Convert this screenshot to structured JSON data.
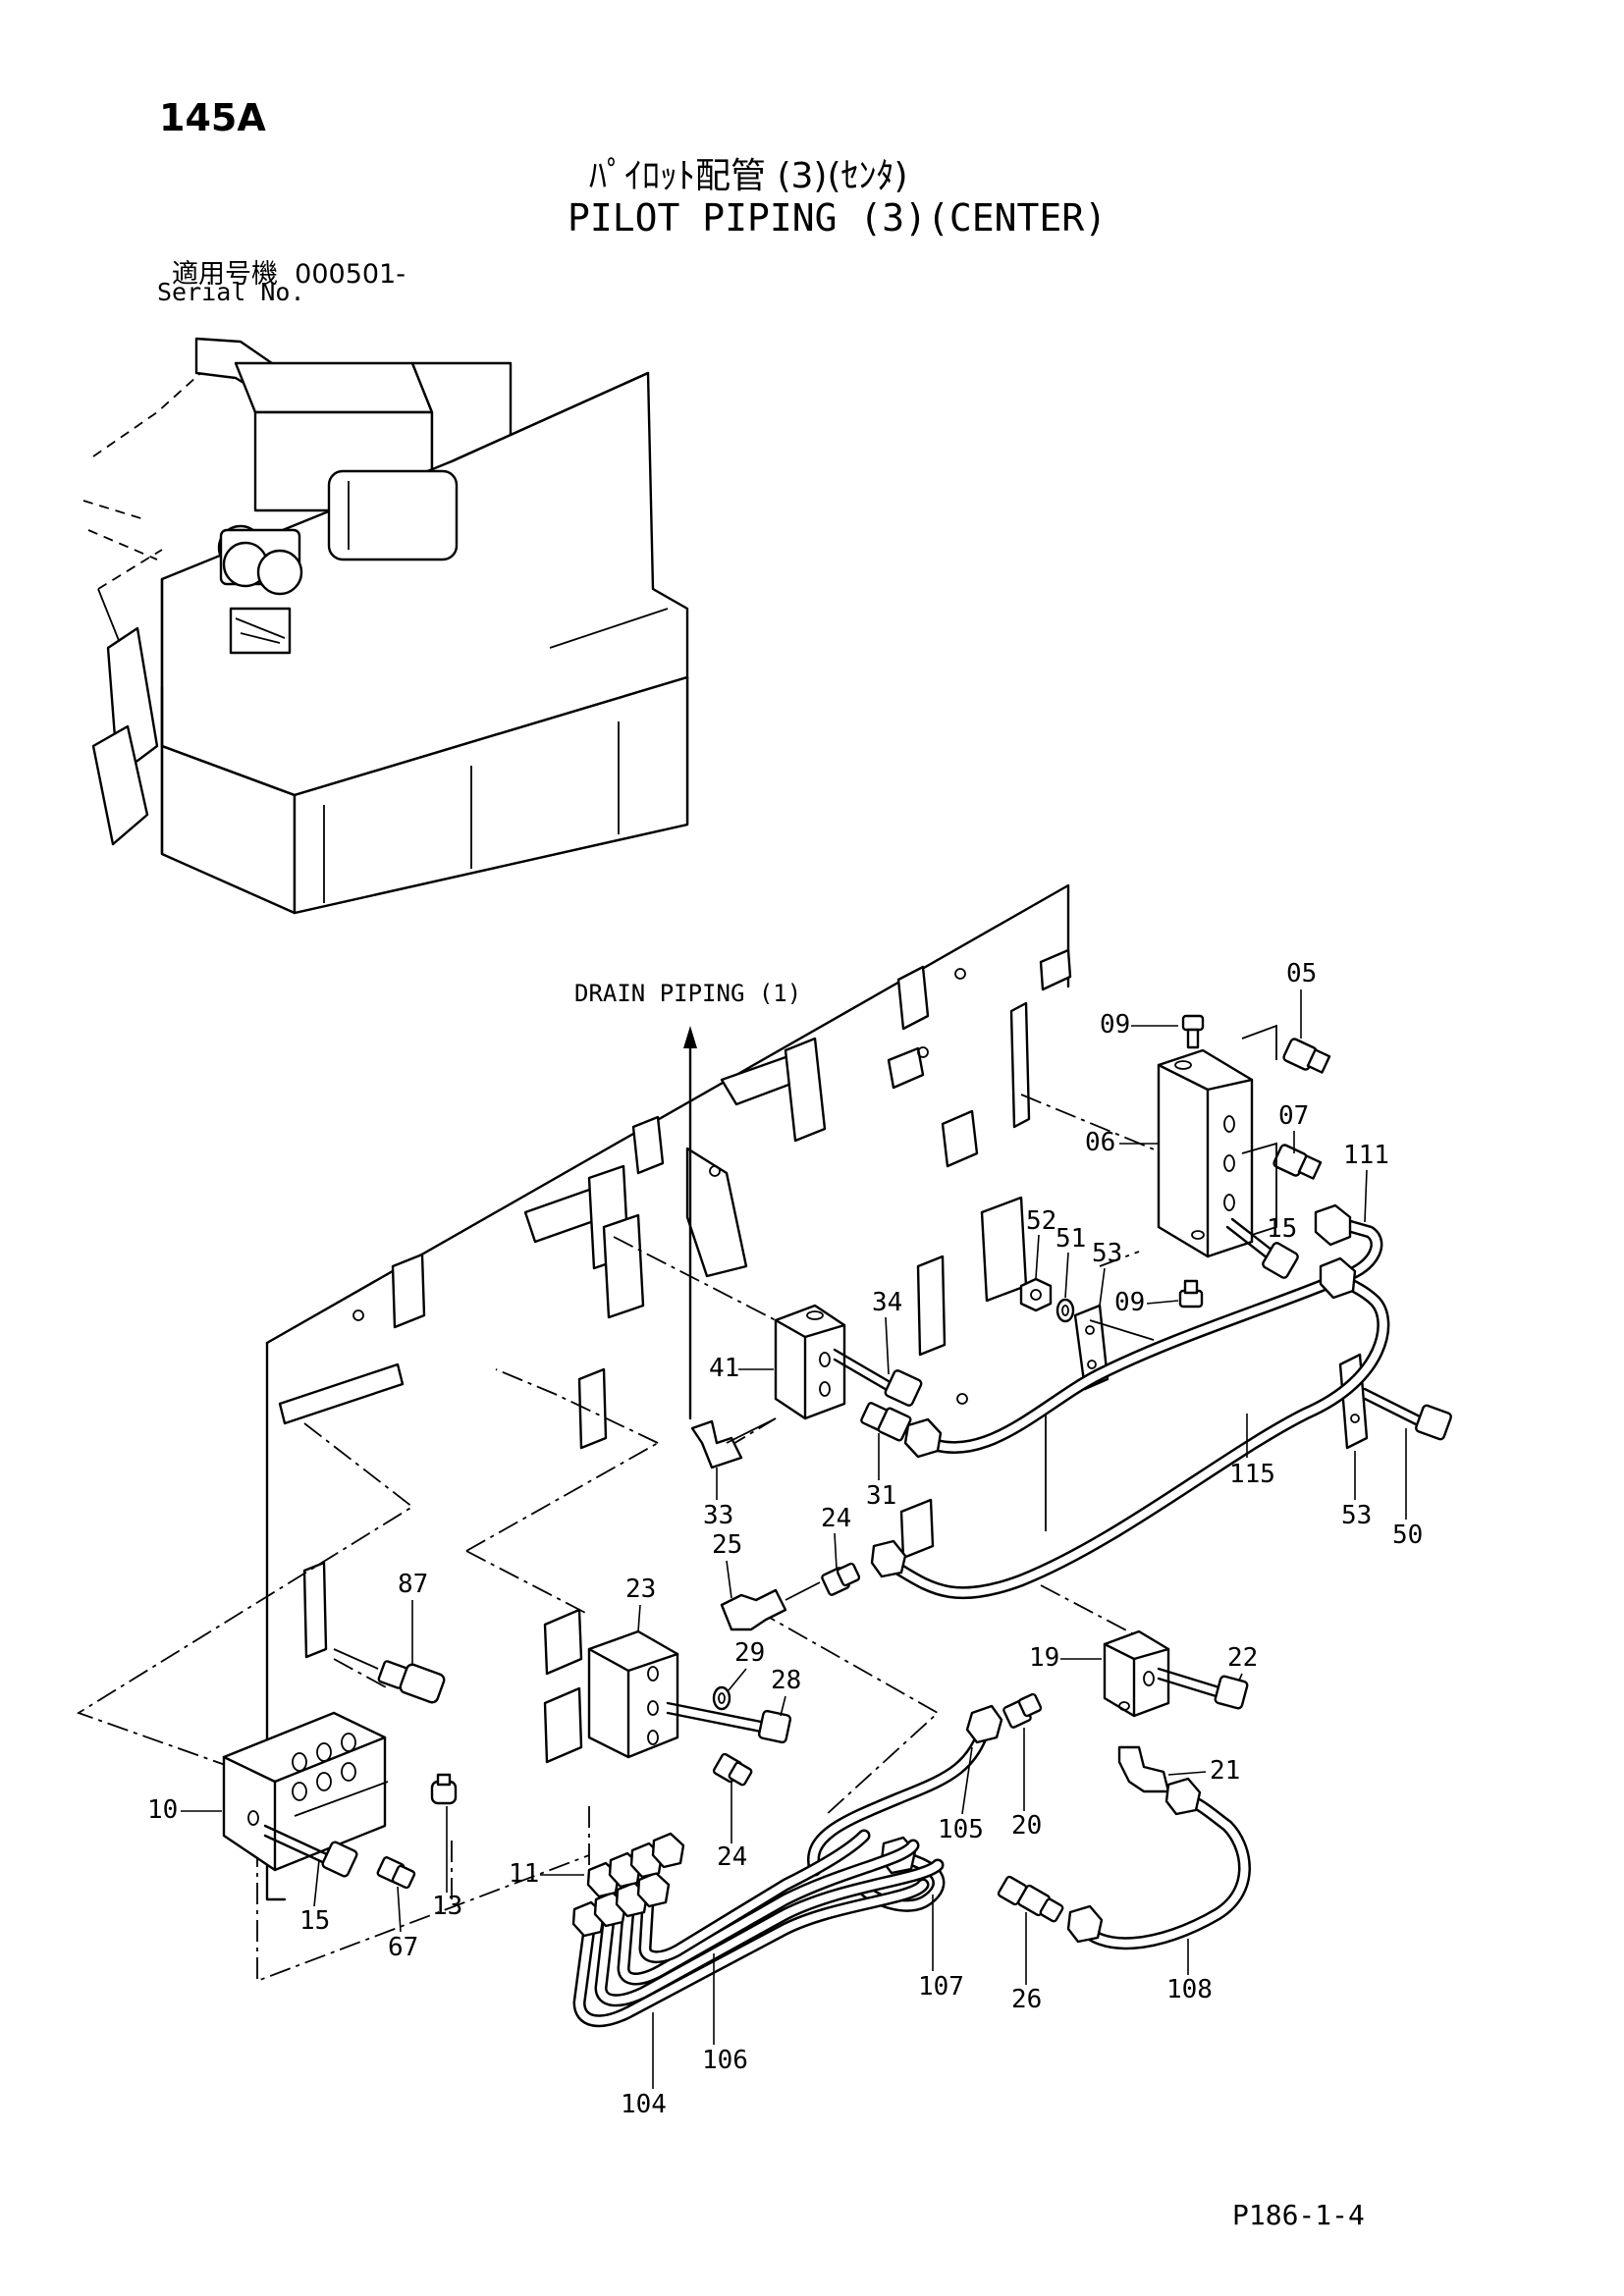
{
  "header": {
    "page_number": "145A",
    "title_jp": "ﾊﾟｲﾛｯﾄ配管 (3)(ｾﾝﾀ)",
    "title_en": "PILOT PIPING (3)(CENTER)",
    "serial_label_jp": "適用号機  000501-",
    "serial_label_en": "Serial No."
  },
  "reference_label": "DRAIN PIPING (1)",
  "footer_code": "P186-1-4",
  "callouts": {
    "c05": "05",
    "c09a": "09",
    "c07": "07",
    "c06": "06",
    "c111": "111",
    "c15a": "15",
    "c52": "52",
    "c51": "51",
    "c53a": "53",
    "c09b": "09",
    "c34": "34",
    "c41": "41",
    "c115": "115",
    "c53b": "53",
    "c50": "50",
    "c31": "31",
    "c33": "33",
    "c24a": "24",
    "c25": "25",
    "c87": "87",
    "c23": "23",
    "c29": "29",
    "c28": "28",
    "c19": "19",
    "c22": "22",
    "c21": "21",
    "c10": "10",
    "c105": "105",
    "c20": "20",
    "c24b": "24",
    "c13": "13",
    "c15b": "15",
    "c67": "67",
    "c11": "11",
    "c107": "107",
    "c26": "26",
    "c108": "108",
    "c106": "106",
    "c104": "104"
  }
}
